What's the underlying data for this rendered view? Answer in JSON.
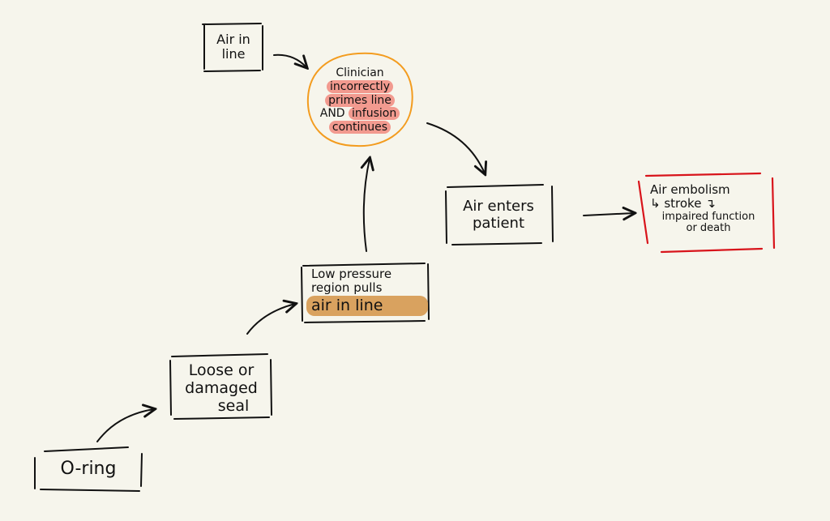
{
  "nodes": {
    "air_in_line": {
      "line1": "Air in",
      "line2": "line"
    },
    "clinician": {
      "line1": "Clinician",
      "line2": "incorrectly",
      "line3": "primes line",
      "line4_prefix": "AND",
      "line4_hl": "infusion",
      "line5": "continues"
    },
    "air_enters": {
      "line1": "Air enters",
      "line2": "patient"
    },
    "embolism": {
      "line1": "Air embolism",
      "line2": "↳ stroke ↴",
      "line3": "impaired function",
      "line4": "or death"
    },
    "low_pressure": {
      "line1": "Low pressure",
      "line2": "region pulls",
      "line3": "air in line"
    },
    "loose_seal": {
      "line1": "Loose or",
      "line2": "damaged",
      "line3": "seal"
    },
    "o_ring": {
      "line1": "O-ring"
    }
  },
  "colors": {
    "ink": "#111111",
    "orange": "#f39c1f",
    "red": "#d8141b",
    "highlight_pink": "#f29a8f",
    "highlight_tan": "#d9a25f",
    "background": "#f6f5ec"
  }
}
